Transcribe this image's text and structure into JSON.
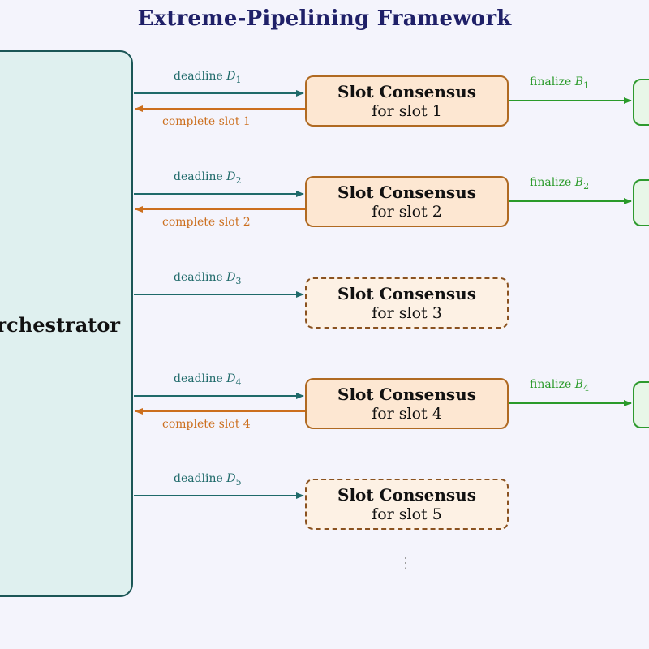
{
  "title": "Extreme-Pipelining Framework",
  "orchestrator_label": "rchestrator",
  "slots": [
    {
      "line1": "Slot Consensus",
      "line2": "for slot 1",
      "dashed": false,
      "deadline": "deadline ",
      "deadline_var": "D",
      "deadline_sub": "1",
      "complete": "complete slot 1",
      "finalize": "finalize ",
      "finalize_var": "B",
      "finalize_sub": "1"
    },
    {
      "line1": "Slot Consensus",
      "line2": "for slot 2",
      "dashed": false,
      "deadline": "deadline ",
      "deadline_var": "D",
      "deadline_sub": "2",
      "complete": "complete slot 2",
      "finalize": "finalize ",
      "finalize_var": "B",
      "finalize_sub": "2"
    },
    {
      "line1": "Slot Consensus",
      "line2": "for slot 3",
      "dashed": true,
      "deadline": "deadline ",
      "deadline_var": "D",
      "deadline_sub": "3"
    },
    {
      "line1": "Slot Consensus",
      "line2": "for slot 4",
      "dashed": false,
      "deadline": "deadline ",
      "deadline_var": "D",
      "deadline_sub": "4",
      "complete": "complete slot 4",
      "finalize": "finalize ",
      "finalize_var": "B",
      "finalize_sub": "4"
    },
    {
      "line1": "Slot Consensus",
      "line2": "for slot 5",
      "dashed": true,
      "deadline": "deadline ",
      "deadline_var": "D",
      "deadline_sub": "5"
    }
  ],
  "continuation": "⋮",
  "colors": {
    "title": "#1f2068",
    "deadline": "#1f6a6a",
    "complete": "#cc6f1e",
    "finalize": "#2a9a2a",
    "slot_border": "#b06a22",
    "orchestrator_border": "#1b5656"
  }
}
